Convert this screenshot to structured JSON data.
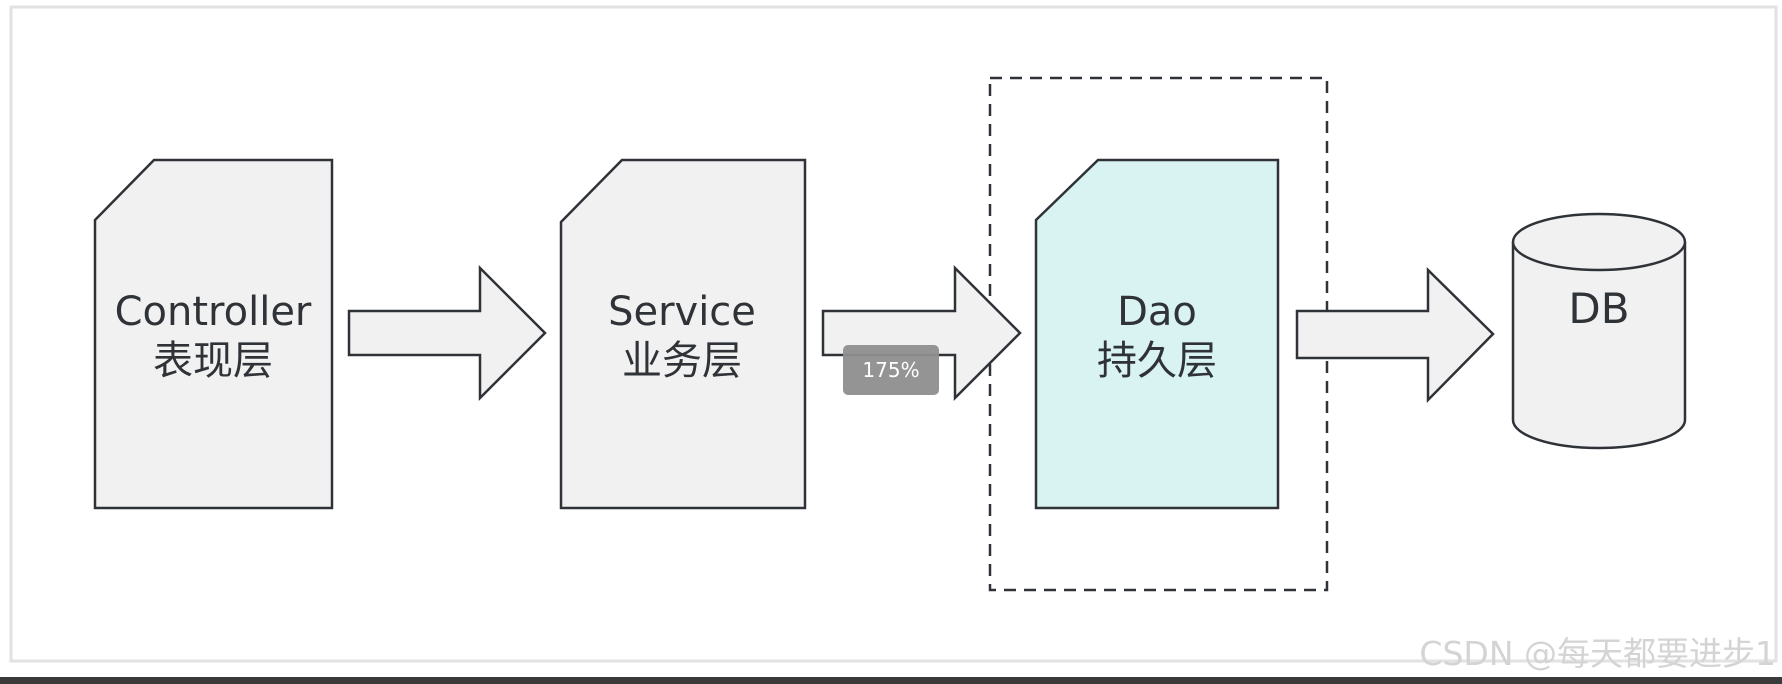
{
  "diagram": {
    "nodes": [
      {
        "id": "controller",
        "line1": "Controller",
        "line2": "表现层"
      },
      {
        "id": "service",
        "line1": "Service",
        "line2": "业务层"
      },
      {
        "id": "dao",
        "line1": "Dao",
        "line2": "持久层",
        "highlighted": true
      },
      {
        "id": "db",
        "line1": "DB"
      }
    ],
    "edges": [
      {
        "from": "controller",
        "to": "service"
      },
      {
        "from": "service",
        "to": "dao"
      },
      {
        "from": "dao",
        "to": "db"
      }
    ],
    "highlight_box": {
      "around": "dao",
      "style": "dashed"
    }
  },
  "overlay": {
    "zoom_label": "175%"
  },
  "watermark": {
    "text": "CSDN @每天都要进步1"
  },
  "colors": {
    "box_fill": "#f1f1f1",
    "highlight_fill": "#d9f3f3",
    "stroke": "#2f3338",
    "zoom_badge": "#8e8e8e",
    "watermark": "#d4d4d4"
  }
}
